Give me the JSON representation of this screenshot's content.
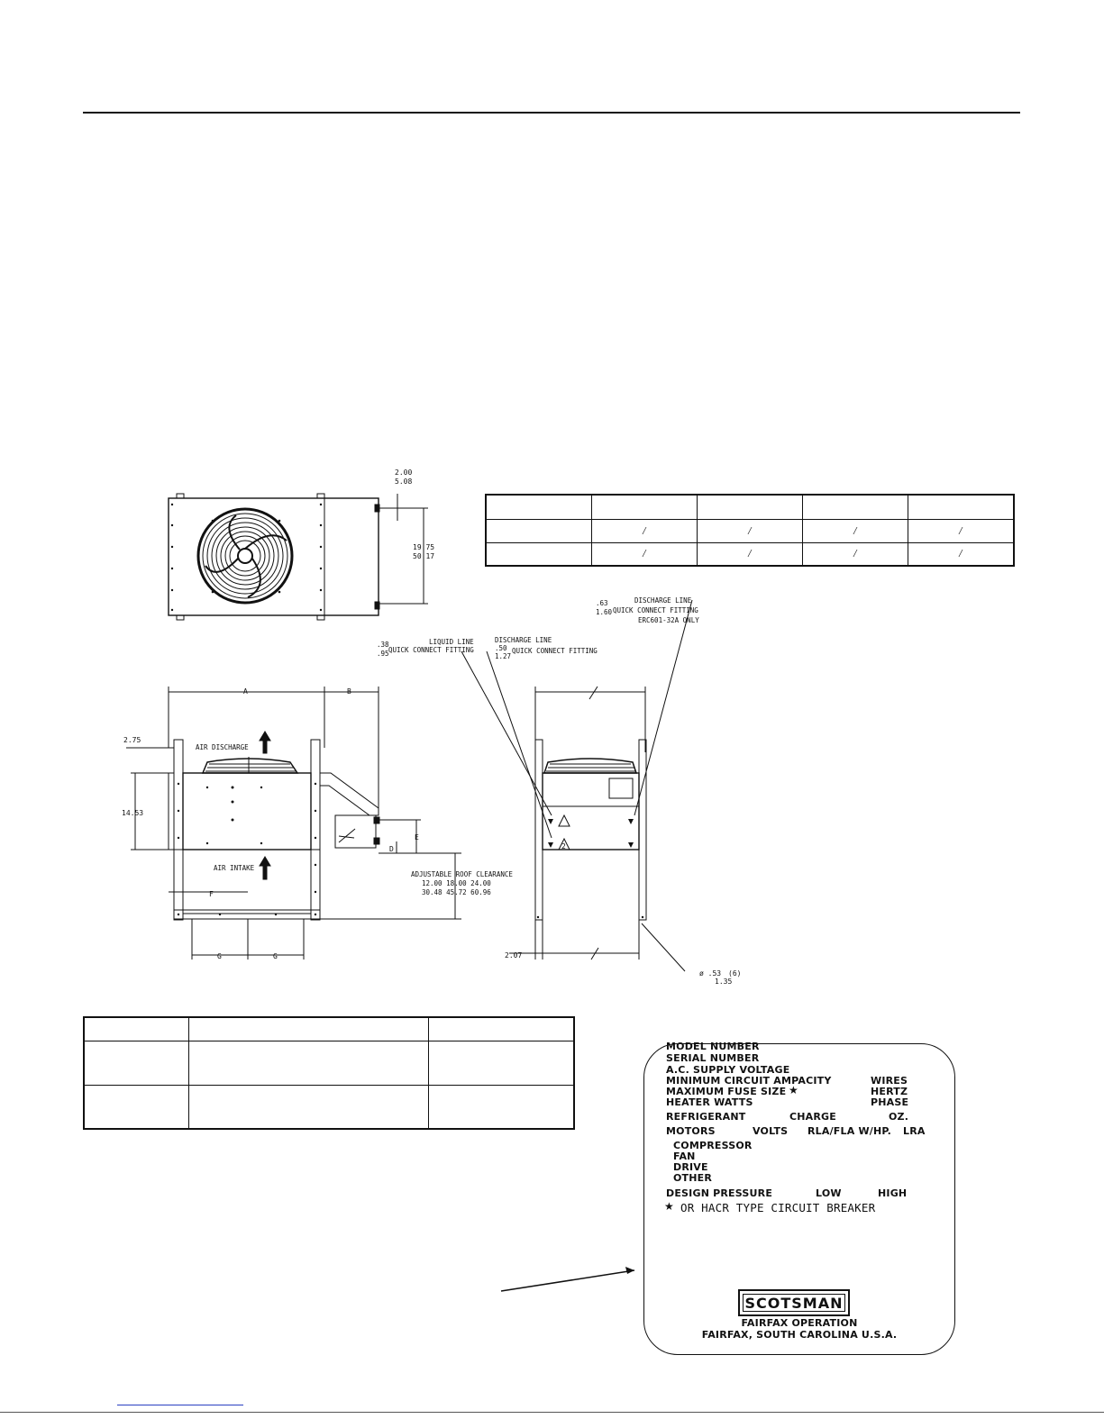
{
  "dims": {
    "top_offset": [
      "2.00",
      "5.08"
    ],
    "height_top": [
      "19.75",
      "50.17"
    ],
    "a": "A",
    "b": "B",
    "d": "D",
    "e": "E",
    "f": "F",
    "g": "G",
    "side_left": "2.75",
    "side_height": "14.53",
    "roof_clearance_title": "ADJUSTABLE ROOF CLEARANCE",
    "roof_clearance_in": "12.00  18.00  24.00",
    "roof_clearance_cm": "30.48  45.72  60.96",
    "front_left": "2.07",
    "hole_dia": "ø .53",
    "hole_dia_cm": "1.35",
    "hole_count": "(6)"
  },
  "labels": {
    "air_discharge": "AIR DISCHARGE",
    "air_intake": "AIR INTAKE",
    "liquid_line": "LIQUID LINE",
    "liquid_fitting": "QUICK CONNECT FITTING",
    "liquid_size": [
      ".38",
      ".95"
    ],
    "discharge_line": "DISCHARGE LINE",
    "discharge_size": [
      ".50",
      "1.27"
    ],
    "discharge_fitting": "QUICK CONNECT FITTING",
    "discharge2_line": "DISCHARGE LINE",
    "discharge2_size": [
      ".63",
      "1.60"
    ],
    "discharge2_fitting": "QUICK CONNECT FITTING",
    "discharge2_note": "ERC601-32A ONLY",
    "warning_1": "",
    "warning_2": "2"
  },
  "nameplate": {
    "model_number": "MODEL NUMBER",
    "serial_number": "SERIAL NUMBER",
    "ac_supply_voltage": "A.C. SUPPLY VOLTAGE",
    "min_circuit_ampacity": "MINIMUM CIRCUIT AMPACITY",
    "wires": "WIRES",
    "max_fuse_size": "MAXIMUM FUSE SIZE",
    "star": "★",
    "hertz": "HERTZ",
    "heater_watts": "HEATER WATTS",
    "phase": "PHASE",
    "refrigerant": "REFRIGERANT",
    "charge": "CHARGE",
    "oz": "OZ.",
    "motors": "MOTORS",
    "volts": "VOLTS",
    "rla_fla": "RLA/FLA W/HP.",
    "lra": "LRA",
    "compressor": "COMPRESSOR",
    "fan": "FAN",
    "drive": "DRIVE",
    "other": "OTHER",
    "design_pressure": "DESIGN PRESSURE",
    "low": "LOW",
    "high": "HIGH",
    "breaker_note": "OR HACR TYPE CIRCUIT BREAKER",
    "brand": "SCOTSMAN",
    "operation": "FAIRFAX OPERATION",
    "location": "FAIRFAX, SOUTH CAROLINA  U.S.A."
  }
}
